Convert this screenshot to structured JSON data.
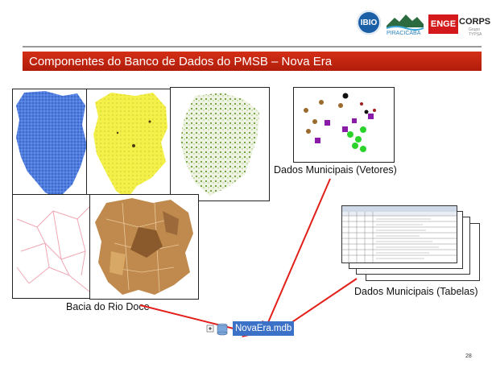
{
  "header": {
    "logo_ibio_text": "IBIO",
    "logo_piracicaba_text": "PIRACICABA",
    "logo_engecorps_main": "ENGE",
    "logo_engecorps_tail": "CORPS",
    "logo_engecorps_sub": "Grupo TYPSA"
  },
  "slide": {
    "title": "Componentes  do Banco de Dados do PMSB – Nova Era",
    "page_number": "28"
  },
  "captions": {
    "vectors": "Dados Municipais (Vetores)",
    "tables": "Dados Municipais (Tabelas)",
    "basin": "Bacia do Rio Doce"
  },
  "database": {
    "file_name": "NovaEra.mdb"
  },
  "colors": {
    "title_bar": "#c22510",
    "arrow": "#e21f1a",
    "selection": "#3b71c6",
    "map_blue": "#3d6fd6",
    "map_yellow": "#f3f04a",
    "map_green": "#5f8d2a",
    "map_brown": "#b9773c"
  }
}
